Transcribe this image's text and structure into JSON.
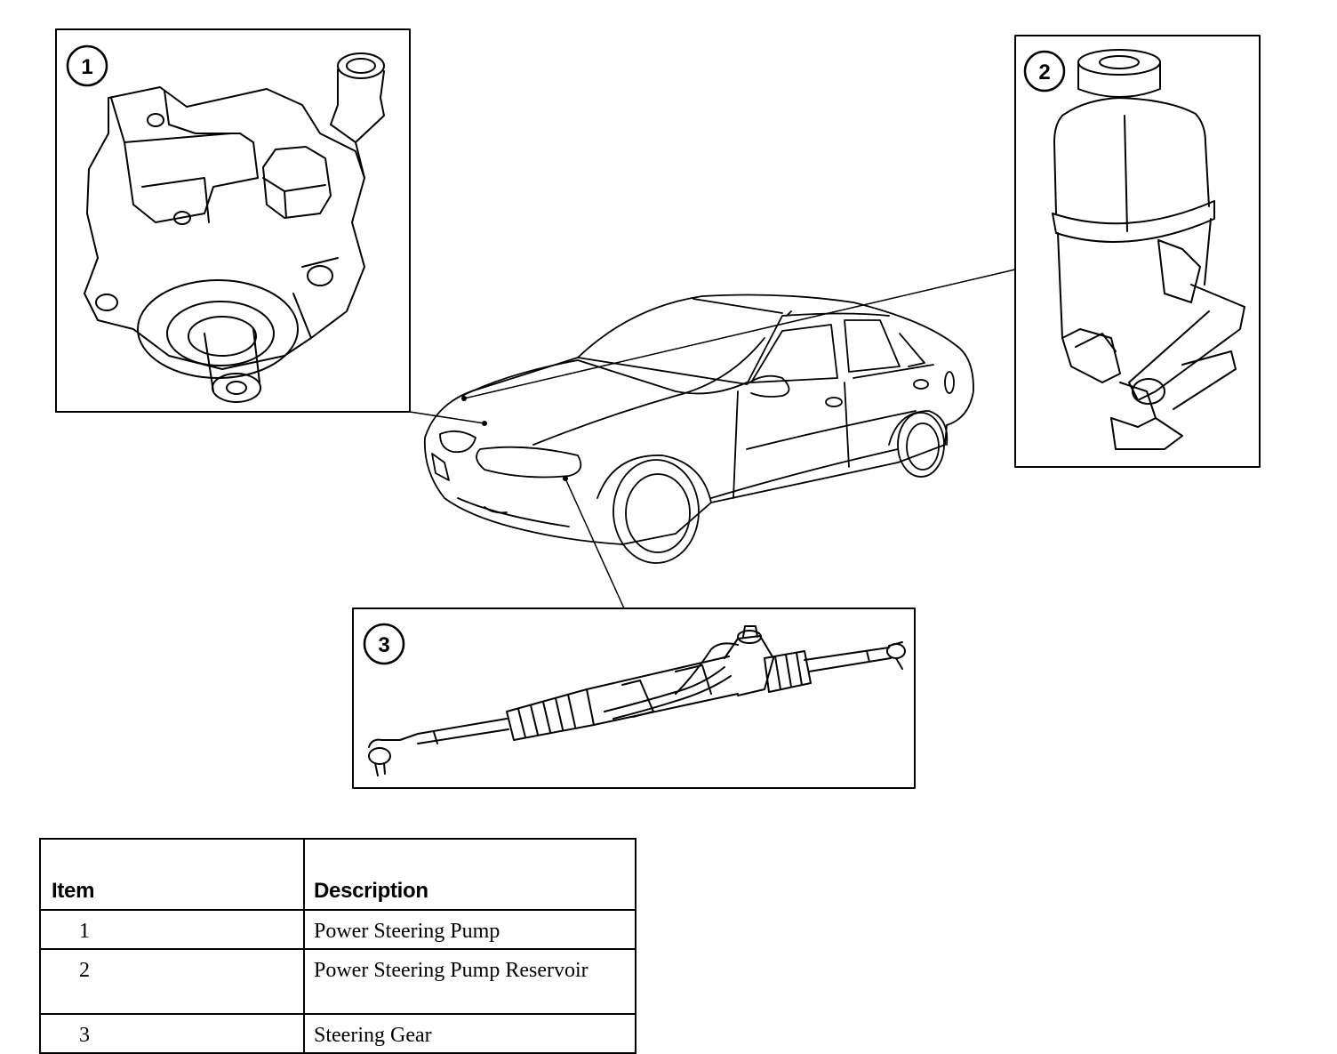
{
  "callouts": [
    {
      "number": "1"
    },
    {
      "number": "2"
    },
    {
      "number": "3"
    }
  ],
  "legend": {
    "header_item": "Item",
    "header_description": "Description",
    "rows": [
      {
        "item": "1",
        "description": "Power Steering Pump"
      },
      {
        "item": "2",
        "description": "Power Steering Pump Reservoir"
      },
      {
        "item": "3",
        "description": "Steering Gear"
      }
    ]
  }
}
